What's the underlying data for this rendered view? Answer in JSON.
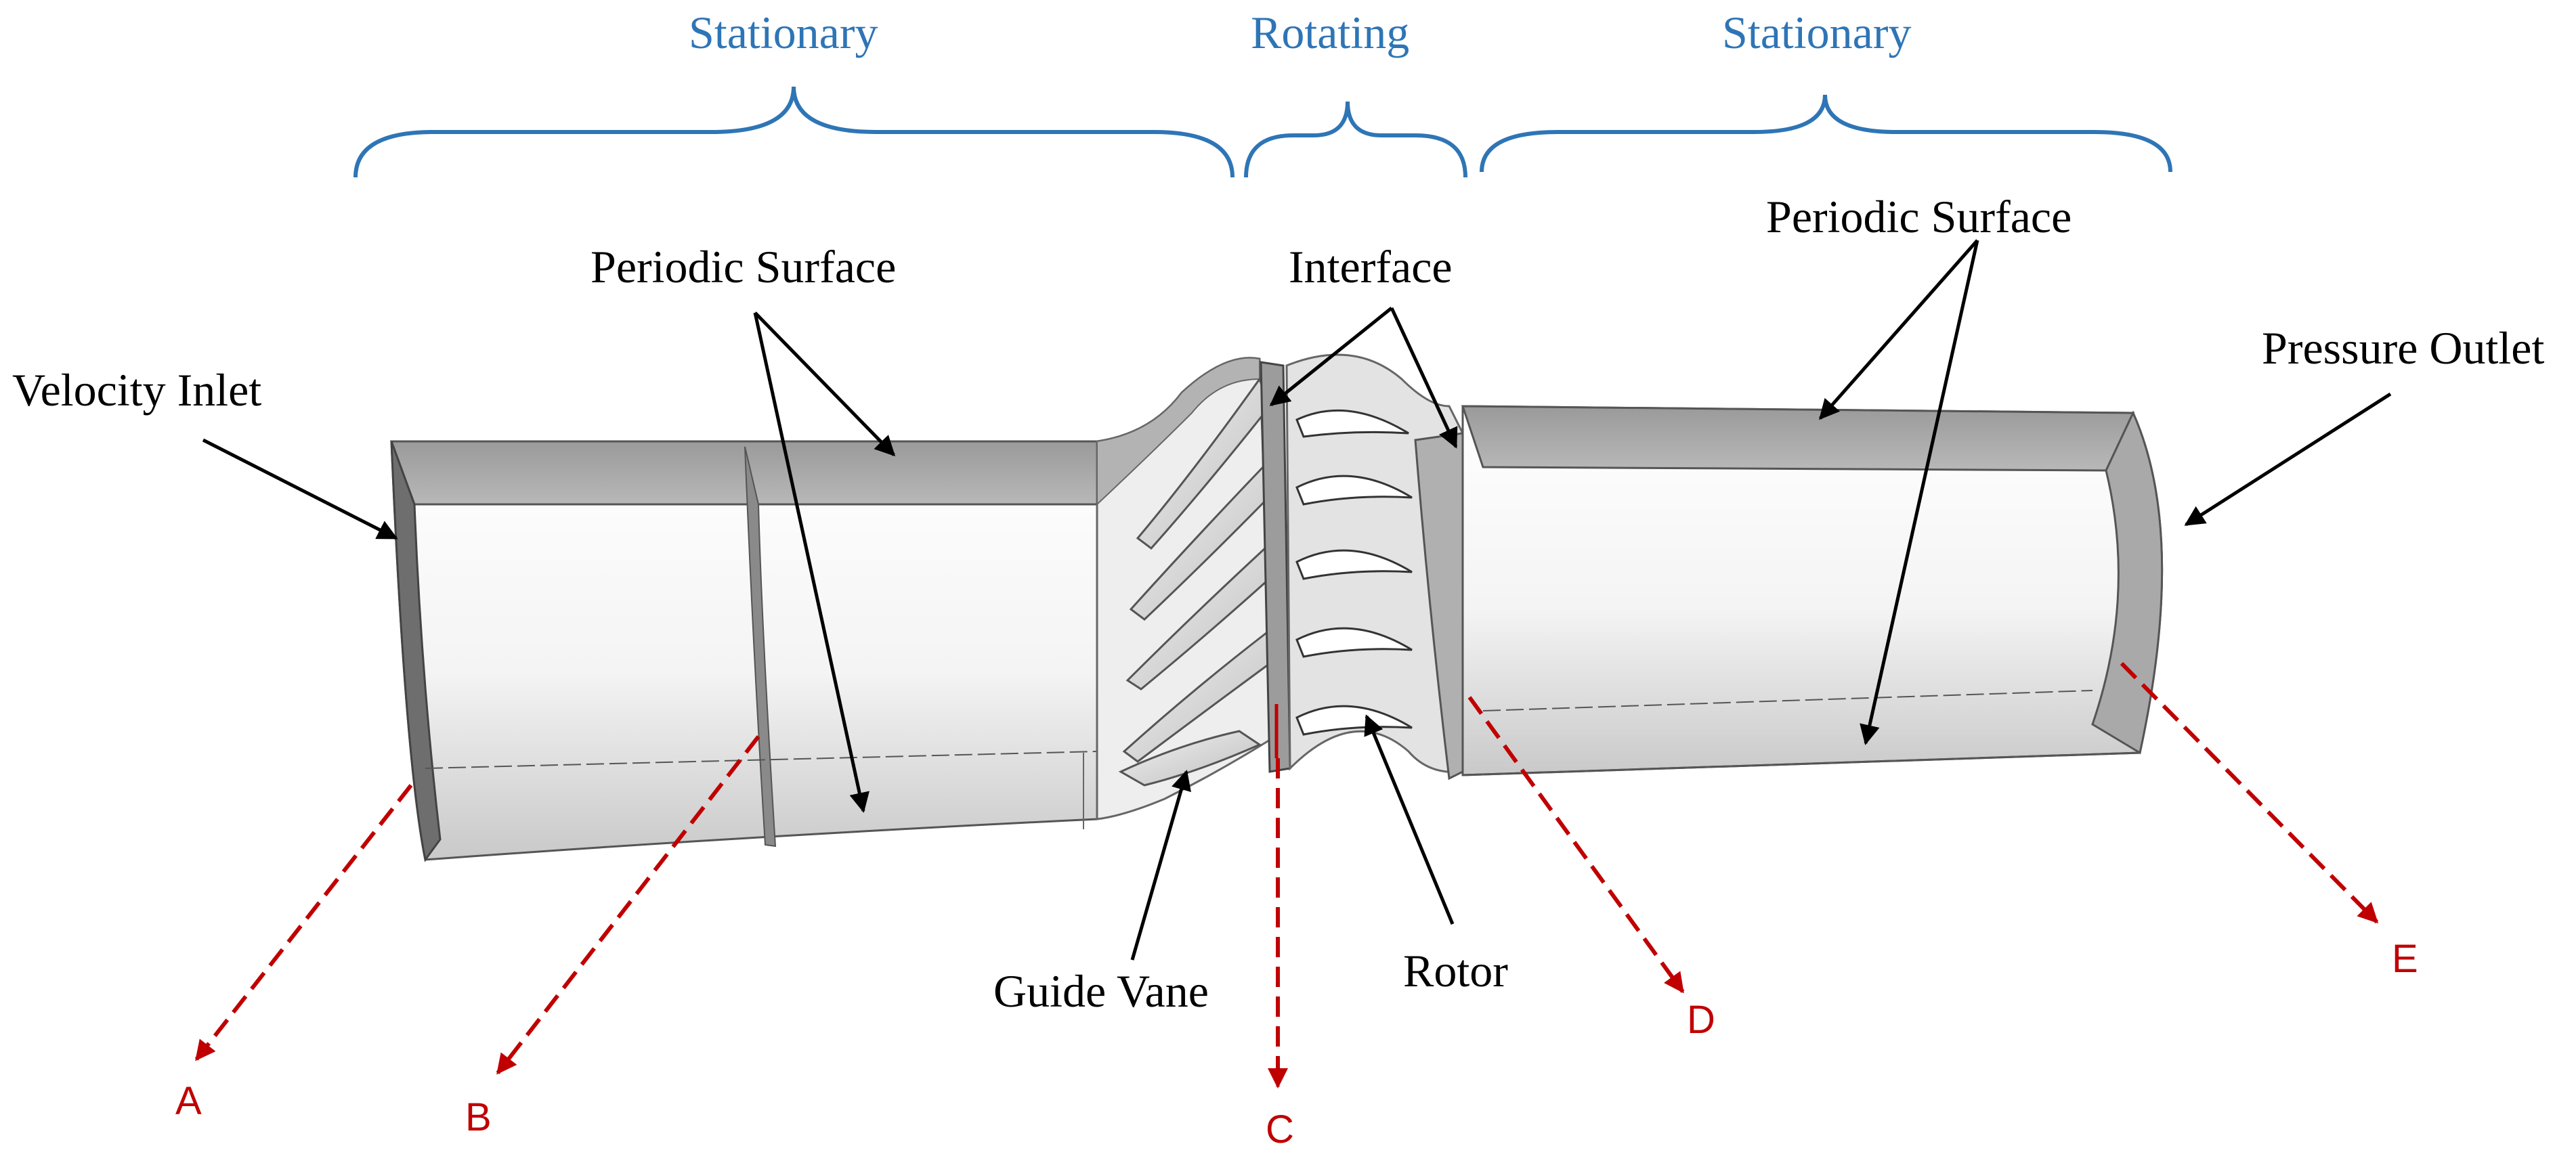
{
  "zones": {
    "left": "Stationary",
    "middle": "Rotating",
    "right": "Stationary"
  },
  "labels": {
    "velocity_inlet": "Velocity Inlet",
    "periodic_left": "Periodic Surface",
    "interface": "Interface",
    "periodic_right": "Periodic Surface",
    "pressure_outlet": "Pressure Outlet",
    "guide_vane": "Guide Vane",
    "rotor": "Rotor"
  },
  "sections": [
    "A",
    "B",
    "C",
    "D",
    "E"
  ],
  "colors": {
    "zone_text": "#2e75b6",
    "section_marker": "#c00000",
    "leader_line": "#000000",
    "surface_gray": "#a6a6a6"
  }
}
